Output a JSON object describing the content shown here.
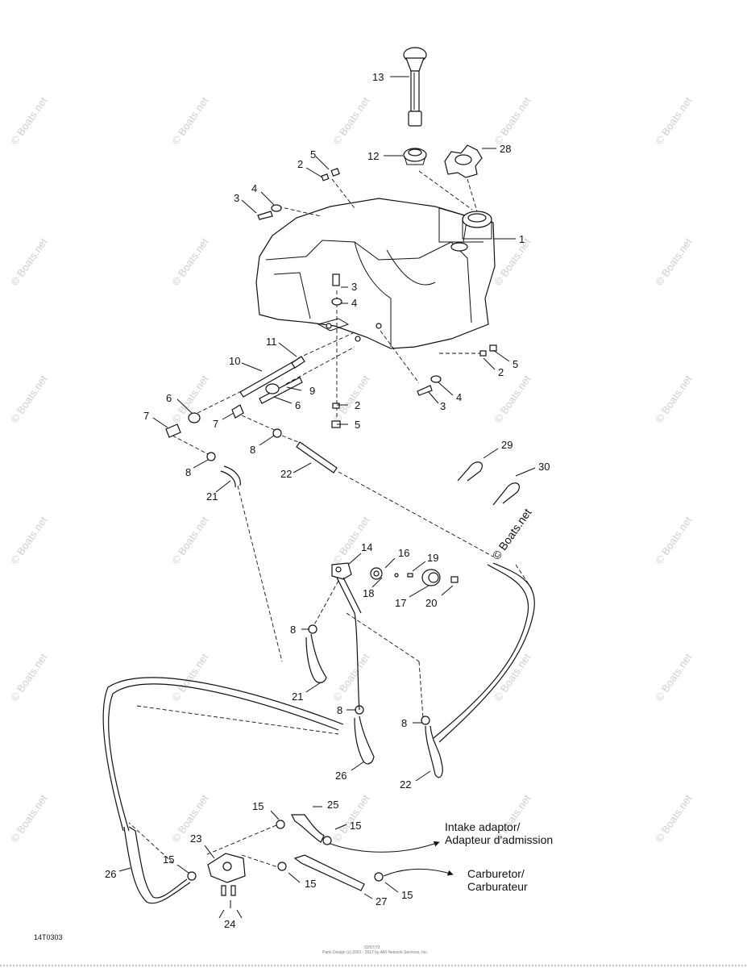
{
  "watermark": {
    "text": "© Boats.net"
  },
  "diagram_code": "14T0303",
  "footer": {
    "line1": "02/07/73",
    "line2": "Parts Design (c) 2001 - 2017 by ARI Network Services, Inc."
  },
  "callouts": {
    "c1": "1",
    "c2": "2",
    "c3": "3",
    "c4": "4",
    "c5": "5",
    "c6": "6",
    "c7": "7",
    "c8": "8",
    "c9": "9",
    "c10": "10",
    "c11": "11",
    "c12": "12",
    "c13": "13",
    "c14": "14",
    "c15": "15",
    "c16": "16",
    "c17": "17",
    "c18": "18",
    "c19": "19",
    "c20": "20",
    "c21": "21",
    "c22": "22",
    "c23": "23",
    "c24": "24",
    "c25": "25",
    "c26": "26",
    "c27": "27",
    "c28": "28",
    "c29": "29",
    "c30": "30"
  },
  "notes": {
    "intake_en": "Intake adaptor/",
    "intake_fr": "Adapteur d'admission",
    "carb_en": "Carburetor/",
    "carb_fr": "Carburateur"
  }
}
